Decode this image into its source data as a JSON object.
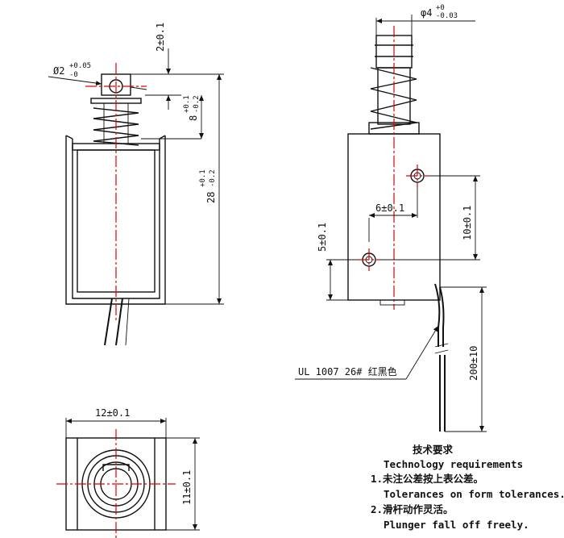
{
  "dimensions": {
    "plunger_dia": "Ø2",
    "plunger_dia_tol_upper": "+0.05",
    "plunger_dia_tol_lower": "-0",
    "stroke_top": "2±0.1",
    "stroke_8": "8",
    "stroke_8_tol_upper": "+0.1",
    "stroke_8_tol_lower": "-0.2",
    "length_28": "28",
    "length_28_tol_upper": "+0.1",
    "length_28_tol_lower": "-0.2",
    "width_12": "12±0.1",
    "height_11": "11±0.1",
    "top_dia": "φ4",
    "top_dia_tol_upper": "+0",
    "top_dia_tol_lower": "-0.03",
    "hole_6": "6±0.1",
    "hole_5": "5±0.1",
    "hole_10": "10±0.1",
    "lead_200": "200±10"
  },
  "wire_label": "UL 1007 26# 红黑色",
  "requirements": {
    "title_cn": "技术要求",
    "title_en": "Technology  requirements",
    "item1_cn": "1.未注公差按上表公差。",
    "item1_en": "Tolerances on form tolerances.",
    "item2_cn": "2.滑杆动作灵活。",
    "item2_en": "Plunger fall off freely."
  }
}
